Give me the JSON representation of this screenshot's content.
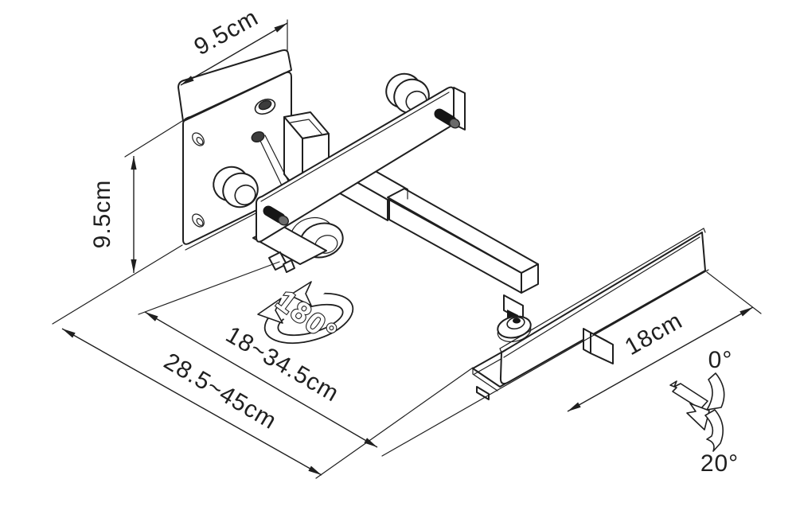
{
  "page": {
    "background": "#ffffff"
  },
  "diagram": {
    "kind": "isometric technical line drawing",
    "subject": "tilt and swivel wall-mount speaker bracket",
    "line_color": "#1f1f1f",
    "dimensions": {
      "plate_width": "9.5cm",
      "plate_height": "9.5cm",
      "arm_extension": "18~34.5cm",
      "total_extension": "28.5~45cm",
      "shelf_length": "18cm"
    },
    "angles": {
      "swivel_range": "180°",
      "tilt_min": "0°",
      "tilt_max": "20°"
    },
    "icons": [
      {
        "name": "rotation-180-icon",
        "meaning": "180 degree swivel"
      },
      {
        "name": "tilt-range-icon",
        "meaning": "0 to 20 degree downward tilt"
      },
      {
        "name": "dimension-arrow",
        "meaning": "measurement arrowheads"
      }
    ]
  }
}
